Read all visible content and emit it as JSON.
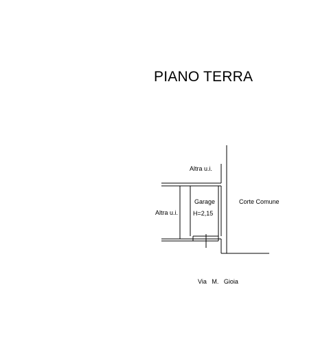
{
  "title": "PIANO TERRA",
  "labels": {
    "altra_top": "Altra u.i.",
    "altra_left": "Altra u.i.",
    "garage": "Garage",
    "height": "H=2,15",
    "corte": "Corte Comune",
    "street": "Via   M.   Gioia"
  },
  "colors": {
    "ink": "#000000",
    "background": "#ffffff"
  }
}
